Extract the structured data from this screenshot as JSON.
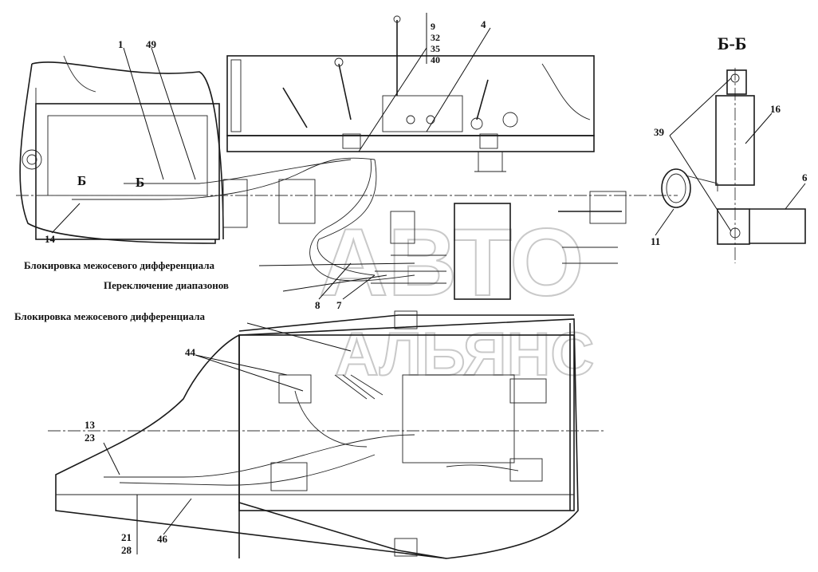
{
  "section_title": "Б-Б",
  "captions": {
    "diff_lock_1": "Блокировка межосевого дифференциала",
    "range_switch": "Переключение диапазонов",
    "diff_lock_2": "Блокировка межосевого дифференциала"
  },
  "section_marks": {
    "b1": "Б",
    "b2": "Б"
  },
  "callouts": {
    "c1": "1",
    "c49": "49",
    "c9": "9",
    "c32": "32",
    "c35": "35",
    "c40": "40",
    "c4": "4",
    "c14": "14",
    "c8": "8",
    "c7": "7",
    "c44": "44",
    "c13": "13",
    "c23": "23",
    "c21": "21",
    "c28": "28",
    "c46": "46",
    "c39": "39",
    "c16": "16",
    "c6": "6",
    "c11": "11"
  },
  "watermark": {
    "line1": "АВТО",
    "line2": "АЛЬЯНС"
  }
}
